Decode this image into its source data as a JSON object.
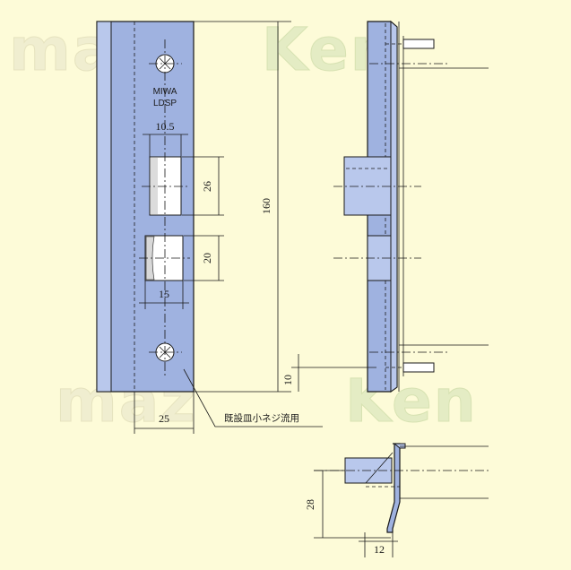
{
  "watermark": {
    "left": "maz",
    "right": "Ken"
  },
  "front_view": {
    "brand_line1": "MIWA",
    "brand_line2": "LDSP"
  },
  "dimensions": {
    "d_10_5": "10.5",
    "d_26": "26",
    "d_160": "160",
    "d_20": "20",
    "d_15": "15",
    "d_25": "25",
    "d_10": "10",
    "d_28": "28",
    "d_12": "12"
  },
  "note": "既設皿小ネジ流用",
  "colors": {
    "background": "#fdfbd8",
    "plate": "#9fb2e0",
    "plate_light": "#b9c8ec",
    "line": "#1a1a1a"
  }
}
